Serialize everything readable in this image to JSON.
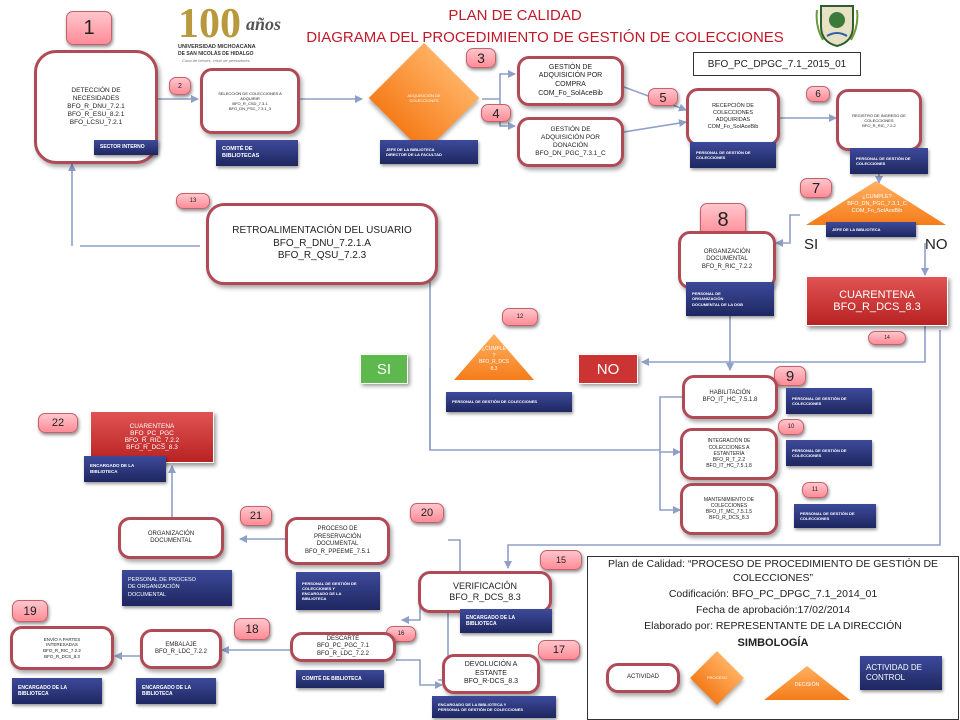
{
  "header": {
    "title_line1": "PLAN DE CALIDAD",
    "title_line2": "DIAGRAMA DEL PROCEDIMIENTO DE GESTIÓN DE COLECCIONES",
    "logo_number": "100",
    "logo_anos": "años",
    "logo_univ_line1": "UNIVERSIDAD MICHOACANA",
    "logo_univ_line2": "DE SAN NICOLÁS DE HIDALGO",
    "logo_tagline": "Cuna de héroes, crisol de pensadores",
    "doc_code": "BFO_PC_DPGC_7.1_2015_01"
  },
  "nodes": {
    "n1": "DETECCIÓN DE\nNECESIDADES\nBFO_R_DNU_7.2.1\nBFO_R_ESU_8.2.1\nBFO_LCSU_7.2.1",
    "n1_role": "SECTOR INTERNO",
    "n2": "SELECCIÓN DE COLECCIONES A\nADQUIRIR\nBFO_R_CSD_7.3.1\nBFO_DN_PSC_7.3.1_3",
    "n2_role": "COMITÉ DE\nBIBLIOTECAS",
    "adq": "ADQUISICIÓN DE\nCOLECCIONES",
    "adq_role": "JEFE DE LA BIBLIOTECA\nDIRECTOR DE LA FACULTAD",
    "n3": "GESTIÓN DE\nADQUISICIÓN POR\nCOMPRA\nCOM_Fo_SolAceBib",
    "n4": "GESTIÓN DE\nADQUISICIÓN POR\nDONACIÓN\nBFO_DN_PGC_7.3.1_C",
    "n5": "RECEPCIÓN DE\nCOLECCIONES\nADQUIRIDAS\nCOM_Fo_SolAceBib",
    "n5_role": "PERSONAL DE GESTIÓN DE\nCOLECCIONES",
    "n6": "REGISTRO DE INGRESO DE\nCOLECCIONES\nBFO_R_RIC_7.2.2",
    "n6_role": "PERSONAL DE GESTIÓN DE\nCOLECCIONES",
    "n7": "¿CUMPLE?\nBFO_DN_PGC_7.3.1_C\nCOM_Fo_SolAceBib",
    "n7_role": "JEFE DE LA BIBLIOTECA",
    "si_label": "SI",
    "no_label": "NO",
    "n8": "ORGANIZACIÓN\nDOCUMENTAL\nBFO_R_RIC_7.2.2",
    "n8_role": "PERSONAL DE\nORGANIZACIÓN\nDOCUMENTAL DE LA DGB",
    "cuarentena": "CUARENTENA\nBFO_R_DCS_8.3",
    "n13": "RETROALIMENTACIÓN DEL USUARIO\nBFO_R_DNU_7.2.1.A\nBFO_R_QSU_7.2.3",
    "n12": "¿CUMPLE\n?\nBFO_R_DCS\n8.3",
    "n12_role": "PERSONAL DE GESTIÓN DE COLECCIONES",
    "si_button": "SI",
    "no_button": "NO",
    "n9": "HABILITACIÓN\nBFO_IT_HC_7.5.1.8",
    "n9_role": "PERSONAL DE GESTIÓN DE\nCOLECCIONES",
    "n10": "INTEGRACIÓN DE\nCOLECCIONES A\nESTANTERÍA\nBFO_R_T_2.2\nBFO_IT_HC_7.5.1.8",
    "n10_role": "PERSONAL DE GESTIÓN DE\nCOLECCIONES",
    "n11": "MANTENIMIENTO DE\nCOLECCIONES\nBFO_IT_MC_7.5.1.5\nBFO_R_DCS_8.3",
    "n11_role": "PERSONAL DE GESTIÓN DE\nCOLECCIONES",
    "n22": "CUARENTENA\nBFO_PC_PGC\nBFO_R_RIC_7.2.2\nBFO_R_DCS_8.3",
    "n22_role": "ENCARGADO DE LA\nBIBLIOTECA",
    "n21": "ORGANIZACIÓN\nDOCUMENTAL",
    "n21_role": "PERSONAL DE PROCESO\nDE ORGANIZACIÓN\nDOCUMENTAL",
    "n20": "PROCESO DE\nPRESERVACIÓN\nDOCUMENTAL\nBFO_R_PPEEME_7.5.1",
    "n20_role": "PERSONAL DE GESTIÓN DE\nCOLECCIONES Y\nENCARGADO DE LA\nBIBLIOTECA",
    "n15": "VERIFICACIÓN\nBFO_R_DCS_8.3",
    "n15_role": "ENCARGADO DE LA\nBIBLIOTECA",
    "n19": "ENVÍO A PARTES\nINTERESADAS\nBFO_R_RIC_7.2.2\nBFO_R_DCS_8.3",
    "n19_role": "ENCARGADO DE LA\nBIBLIOTECA",
    "n18": "EMBALAJE\nBFO_R_LDC_7.2.2",
    "n18_role": "ENCARGADO DE LA\nBIBLIOTECA",
    "n16": "DESCARTE\nBFO_PC_PGC_7.1\nBFO_R_LDC_7.2.2",
    "n16_role": "COMITÉ DE BIBLIOTECA",
    "n17": "DEVOLUCIÓN A\nESTANTE\nBFO_R-DCS_8.3",
    "n17_role": "ENCARGADO DE LA BIBLIOTECA Y\nPERSONAL DE GESTIÓN DE COLECCIONES"
  },
  "badges": {
    "b1": "1",
    "b2": "2",
    "b3": "3",
    "b4": "4",
    "b5": "5",
    "b6": "6",
    "b7": "7",
    "b8": "8",
    "b9": "9",
    "b10": "10",
    "b11": "11",
    "b12": "12",
    "b13": "13",
    "b14": "14",
    "b15": "15",
    "b16": "16",
    "b17": "17",
    "b18": "18",
    "b19": "19",
    "b20": "20",
    "b21": "21",
    "b22": "22"
  },
  "plan_info": {
    "line1": "Plan de Calidad: “PROCESO DE PROCEDIMIENTO DE GESTIÓN DE COLECCIONES”",
    "line2": "Codificación: BFO_PC_DPGC_7.1_2014_01",
    "line3": "Fecha de aprobación:17/02/2014",
    "line4": "Elaborado por: REPRESENTANTE DE LA DIRECCIÓN",
    "simbologia": "SIMBOLOGÍA",
    "legend_actividad": "ACTIVIDAD",
    "legend_proceso": "PROCESO",
    "legend_decision": "DECISIÓN",
    "legend_control": "ACTIVIDAD DE\nCONTROL"
  },
  "colors": {
    "box_border": "#b04a57",
    "arrow": "#8ea0c8",
    "title_red": "#c0192a",
    "role_navy": "#23306e",
    "badge_pink": "#ff97a2",
    "orange": "#f57c1a",
    "si_green": "#5db84d",
    "cuarentena_red": "#cc3333"
  }
}
